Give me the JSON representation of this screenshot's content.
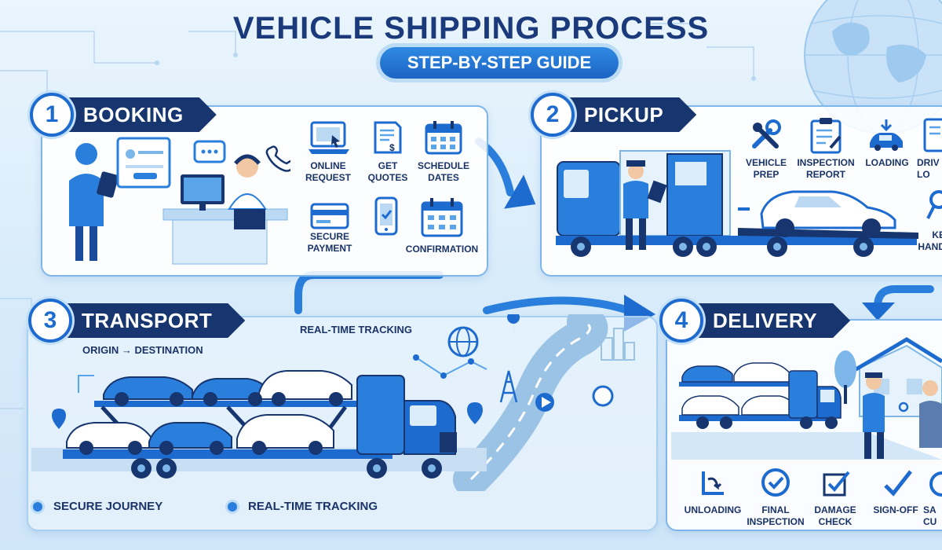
{
  "header": {
    "title": "VEHICLE SHIPPING PROCESS",
    "subtitle": "STEP-BY-STEP GUIDE"
  },
  "colors": {
    "navy": "#17356f",
    "accent_blue": "#1e6bd0",
    "light_blue": "#7db7ea",
    "background": "#dcedfb"
  },
  "steps": [
    {
      "number": "1",
      "title": "BOOKING",
      "items": [
        {
          "label": "ONLINE\nREQUEST",
          "icon": "laptop-icon"
        },
        {
          "label": "GET\nQUOTES",
          "icon": "document-icon"
        },
        {
          "label": "SCHEDULE\nDATES",
          "icon": "calendar-icon"
        },
        {
          "label": "SECURE\nPAYMENT",
          "icon": "credit-card-icon"
        },
        {
          "label": "",
          "icon": "smartphone-icon"
        },
        {
          "label": "CONFIRMATION",
          "icon": "calendar-check-icon"
        }
      ]
    },
    {
      "number": "2",
      "title": "PICKUP",
      "items": [
        {
          "label": "VEHICLE\nPREP",
          "icon": "wrench-icon"
        },
        {
          "label": "INSPECTION\nREPORT",
          "icon": "clipboard-icon"
        },
        {
          "label": "LOADING",
          "icon": "car-loading-icon"
        },
        {
          "label": "DRIV\nLO",
          "icon": "checklist-icon"
        },
        {
          "label": "KE\nHAND",
          "icon": "key-icon"
        }
      ]
    },
    {
      "number": "3",
      "title": "TRANSPORT",
      "route": "ORIGIN → DESTINATION",
      "tracking": "REAL-TIME TRACKING",
      "footer": [
        "SECURE JOURNEY",
        "REAL-TIME TRACKING"
      ]
    },
    {
      "number": "4",
      "title": "DELIVERY",
      "items": [
        {
          "label": "UNLOADING",
          "icon": "unloading-icon"
        },
        {
          "label": "FINAL\nINSPECTION",
          "icon": "check-circle-icon"
        },
        {
          "label": "DAMAGE\nCHECK",
          "icon": "checkbox-icon"
        },
        {
          "label": "SIGN-OFF",
          "icon": "signature-check-icon"
        },
        {
          "label": "SA\nCU",
          "icon": "badge-icon"
        }
      ]
    }
  ]
}
